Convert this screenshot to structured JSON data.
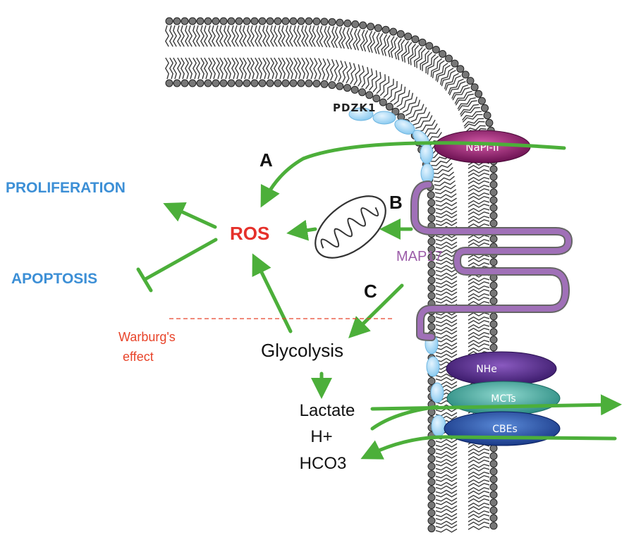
{
  "labels": {
    "pdzk1": "PDZK1",
    "napi": "NaPi-II",
    "nhe": "NHe",
    "mcts": "MCTs",
    "cbes": "CBEs",
    "map17": "MAP17",
    "ros": "ROS",
    "proliferation": "PROLIFERATION",
    "apoptosis": "APOPTOSIS",
    "warburg_line1": "Warburg's",
    "warburg_line2": "effect",
    "glycolysis": "Glycolysis",
    "lactate": "Lactate",
    "h_plus": "H+",
    "hco3": "HCO3",
    "path_a": "A",
    "path_b": "B",
    "path_c": "C"
  },
  "colors": {
    "arrow_green": "#4caf3a",
    "ros_red": "#e5302a",
    "outcome_blue": "#3c8fd6",
    "warburg_red": "#e8442a",
    "map17_purple": "#9b5ca8",
    "napi_purple": "#8a1f6e",
    "nhe_purple": "#4a2a84",
    "mcts_teal": "#3aa79c",
    "cbes_blue": "#2a4fa0",
    "pdzk1_blue": "#a9d8f4",
    "membrane_dark": "#3a3a3a"
  }
}
